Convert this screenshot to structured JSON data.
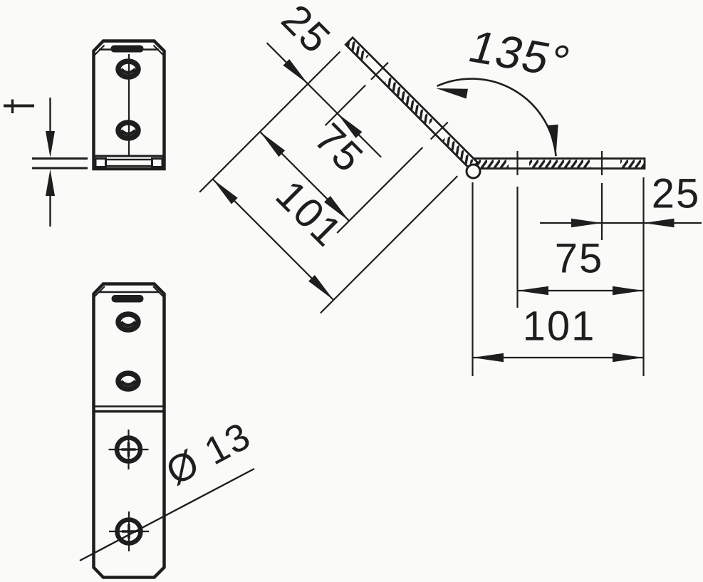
{
  "colors": {
    "background": "#fafaf8",
    "ink": "#1e1e1e"
  },
  "dimension_labels": {
    "upper_leg": {
      "end_offset": "25",
      "hole_offset": "75",
      "length": "101"
    },
    "lower_leg": {
      "end_offset": "25",
      "hole_offset": "75",
      "length": "101"
    },
    "bend_angle": "135°",
    "hole_diameter": "Ø 13"
  }
}
